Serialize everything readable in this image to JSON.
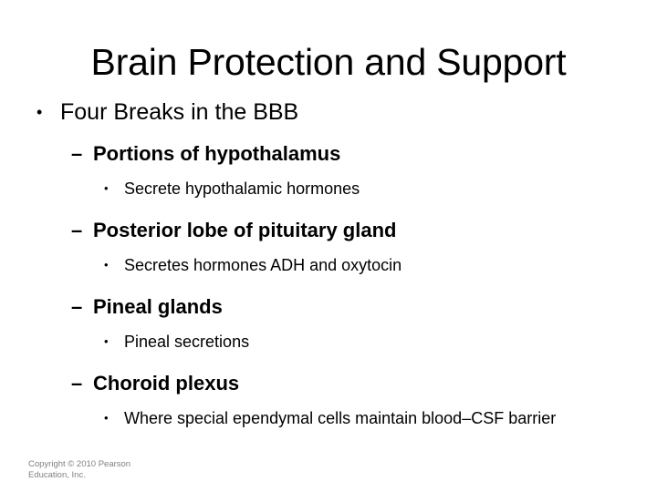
{
  "slide": {
    "title": "Brain Protection and Support",
    "background_color": "#ffffff",
    "text_color": "#000000",
    "copyright_color": "#808080",
    "bullets": {
      "level1_glyph": "•",
      "level2_glyph": "–",
      "level3_glyph": "•"
    },
    "outline": [
      {
        "level": 1,
        "text": "Four Breaks in the BBB"
      },
      {
        "level": 2,
        "text": "Portions of hypothalamus"
      },
      {
        "level": 3,
        "text": "Secrete hypothalamic hormones"
      },
      {
        "level": 2,
        "text": "Posterior lobe of pituitary gland"
      },
      {
        "level": 3,
        "text": "Secretes hormones ADH and oxytocin"
      },
      {
        "level": 2,
        "text": "Pineal glands"
      },
      {
        "level": 3,
        "text": "Pineal secretions"
      },
      {
        "level": 2,
        "text": "Choroid plexus"
      },
      {
        "level": 3,
        "text": "Where special ependymal cells maintain blood–CSF barrier"
      }
    ],
    "copyright": {
      "line1": "Copyright © 2010 Pearson",
      "line2": "Education, Inc."
    }
  }
}
